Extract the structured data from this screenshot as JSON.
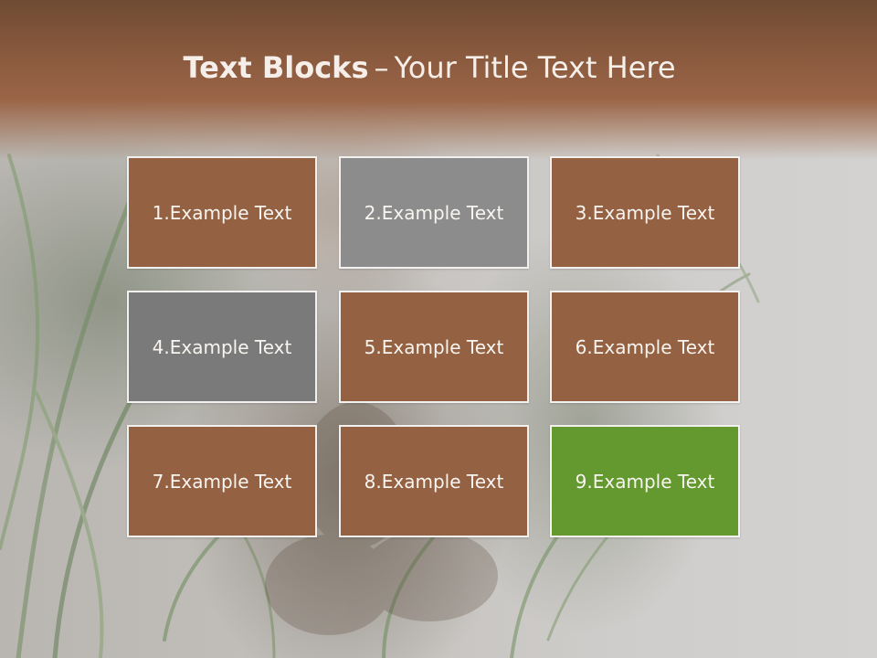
{
  "title": {
    "bold": "Text Blocks",
    "dash": "–",
    "rest": "Your Title Text Here"
  },
  "colors": {
    "brown": "#946142",
    "gray_light": "#8c8c8c",
    "gray_dark": "#7a7a7a",
    "green": "#63992f",
    "border": "#f3f1ef"
  },
  "blocks": [
    {
      "label": "1.Example Text",
      "color": "#946142"
    },
    {
      "label": "2.Example Text",
      "color": "#8c8c8c"
    },
    {
      "label": "3.Example Text",
      "color": "#946142"
    },
    {
      "label": "4.Example Text",
      "color": "#7a7a7a"
    },
    {
      "label": "5.Example Text",
      "color": "#946142"
    },
    {
      "label": "6.Example Text",
      "color": "#946142"
    },
    {
      "label": "7.Example Text",
      "color": "#946142"
    },
    {
      "label": "8.Example Text",
      "color": "#946142"
    },
    {
      "label": "9.Example Text",
      "color": "#63992f"
    }
  ]
}
